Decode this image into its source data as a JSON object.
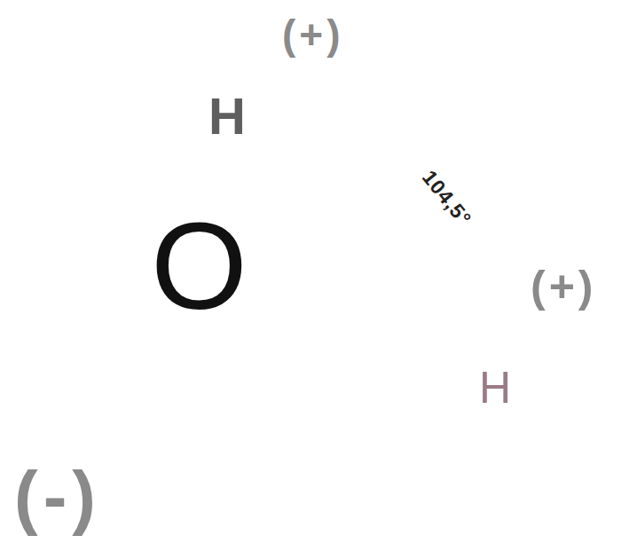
{
  "diagram": {
    "nodes": [
      {
        "text": [
          "H"
        ]
      },
      {
        "text": [
          "O"
        ]
      },
      {
        "text": [
          "H"
        ]
      }
    ],
    "labels": [
      "(+)",
      "(+)",
      "(-)",
      "104,5°"
    ]
  }
}
